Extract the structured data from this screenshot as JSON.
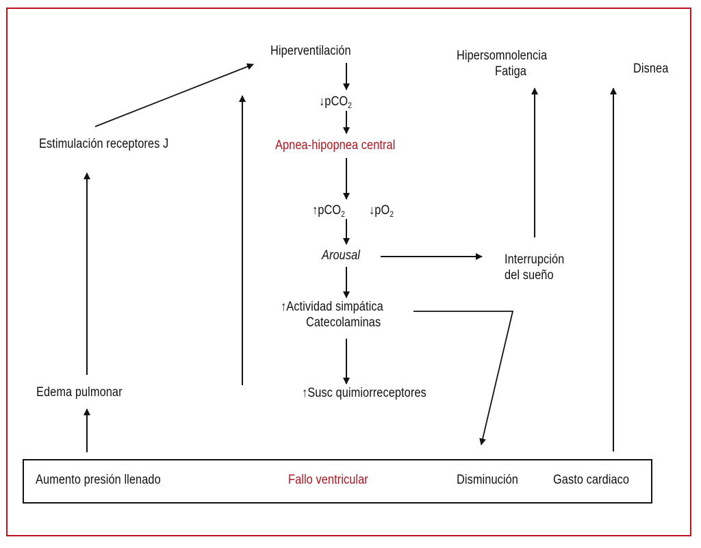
{
  "diagram": {
    "accent_color": "#b0141e",
    "frame_color": "#c0101c",
    "nodes": {
      "hiperventilacion": "Hiperventilación",
      "pco2_down_arrow": "↓",
      "pco2_down_text": "pCO",
      "pco2_down_sub": "2",
      "apnea": "Apnea-hipopnea central",
      "pco2_up_arrow": "↑",
      "pco2_up_text": "pCO",
      "pco2_up_sub": "2",
      "po2_down_arrow": "↓",
      "po2_down_text": "pO",
      "po2_down_sub": "2",
      "arousal": "Arousal",
      "actividad_arrow": "↑",
      "actividad": "Actividad simpática",
      "catecolaminas": "Catecolaminas",
      "susc_arrow": "↑",
      "susc": "Susc quimiorreceptores",
      "hipersomnolencia": "Hipersomnolencia",
      "fatiga": "Fatiga",
      "disnea": "Disnea",
      "interrupcion": "Interrupción",
      "del_sueno": "del sueño",
      "estimulacion": "Estimulación receptores J",
      "edema": "Edema pulmonar"
    },
    "bottom_box": {
      "aumento": "Aumento presión llenado",
      "fallo": "Fallo ventricular",
      "disminucion": "Disminución",
      "gasto": "Gasto cardiaco"
    },
    "edges": [
      {
        "from": "hiperventilacion",
        "to": "pco2_down"
      },
      {
        "from": "pco2_down",
        "to": "apnea"
      },
      {
        "from": "apnea",
        "to": "pco2_up_po2_down"
      },
      {
        "from": "pco2_up_po2_down",
        "to": "arousal"
      },
      {
        "from": "arousal",
        "to": "actividad"
      },
      {
        "from": "arousal",
        "to": "interrupcion"
      },
      {
        "from": "interrupcion",
        "to": "hipersomnolencia"
      },
      {
        "from": "actividad",
        "to": "susc"
      },
      {
        "from": "actividad",
        "to": "disminucion"
      },
      {
        "from": "gasto",
        "to": "disnea"
      },
      {
        "from": "aumento",
        "to": "edema"
      },
      {
        "from": "edema",
        "to": "estimulacion"
      },
      {
        "from": "estimulacion",
        "to": "hiperventilacion"
      },
      {
        "from": "susc",
        "to": "hiperventilacion"
      }
    ]
  }
}
